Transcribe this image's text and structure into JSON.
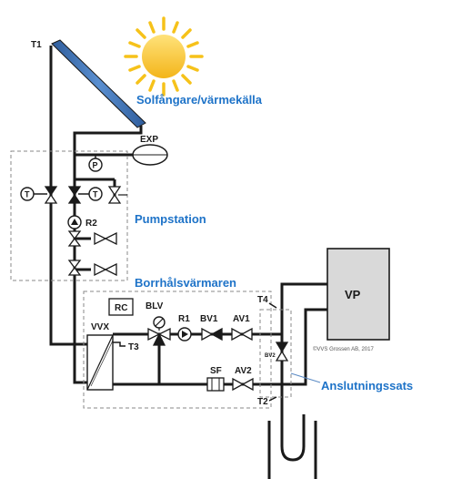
{
  "labels": {
    "t1": "T1",
    "solar": "Solfångare/värmekälla",
    "exp": "EXP",
    "p": "P",
    "t": "T",
    "r2": "R2",
    "pumpstation": "Pumpstation",
    "borrhals": "Borrhålsvärmaren",
    "rc": "RC",
    "blv": "BLV",
    "r1": "R1",
    "bv1": "BV1",
    "av1": "AV1",
    "vvx": "VVX",
    "t3": "T3",
    "sf": "SF",
    "av2": "AV2",
    "t4": "T4",
    "bv2": "BV2",
    "t2": "T2",
    "vp": "VP",
    "copyright": "©VVS Grossen AB, 2017",
    "anslutning": "Anslutningssats"
  },
  "colors": {
    "accent_blue": "#1e73c8",
    "sun": "#f6c21a",
    "panel": "#3d6fb0",
    "vp_fill": "#d9d9d9"
  }
}
